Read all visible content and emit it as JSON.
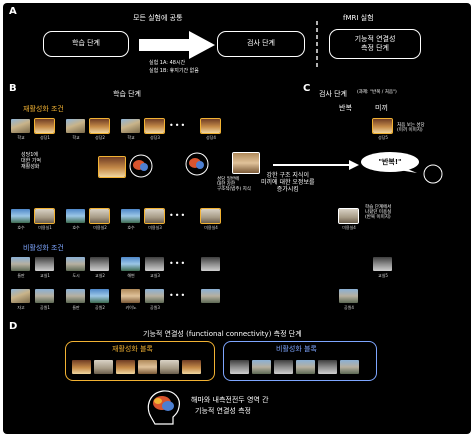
{
  "sections": {
    "a": "A",
    "b": "B",
    "c": "C",
    "d": "D"
  },
  "panel_a": {
    "common_title": "모든 실험에 공통",
    "fmri_title": "fMRI 실험",
    "learning_box": "학습 단계",
    "test_box": "검사 단계",
    "fc_box_line1": "기능적 연결성",
    "fc_box_line2": "측정 단계",
    "delay_1a": "실험 1A: 48시간",
    "delay_1b": "실험 1B: 휴지기간 없음"
  },
  "panel_b": {
    "title": "학습 단계",
    "reactivation_condition": "재활성화 조건",
    "non_reactivation_condition": "비활성화 조건",
    "memory_note": "성당1에\n대한 기억\n재활성화",
    "structure_note": "성당 일반에\n대한 강한\n구조적(범주) 지식",
    "mid_arrow_text": "강한 구조 지식이\n미끼에 대한 오정보를\n증가시킴",
    "row1_captions": [
      "학교",
      "성당1",
      "학교",
      "성당2",
      "학교",
      "성당3"
    ],
    "row1_end_caption": "성당4",
    "row3_captions": [
      "호수",
      "미용실1",
      "호수",
      "미용실2",
      "호수",
      "미용실3"
    ],
    "row3_end_caption": "미용실4",
    "row4_captions": [
      "들판",
      "교실1",
      "도시",
      "교실2",
      "해변",
      "교실3"
    ],
    "row5_captions": [
      "자고",
      "공원1",
      "들판",
      "공원2",
      "키이노",
      "공원3"
    ]
  },
  "panel_c": {
    "title": "검사 단계",
    "subtitle": "(과제: \"반복 / 처음\")",
    "col_repeat": "반복",
    "col_lure": "미끼",
    "lure_note": "처음 보는 성당\n(미끼 이미지)",
    "speech": "\"반복!\"",
    "salon_note": "학습 단계에서\n나왔던 미용실\n(반복 이미지)",
    "lure_caption_1": "성당5",
    "repeat_caption_1": "미용실4",
    "repeat_caption_2": "교실5",
    "repeat_caption_3": "공원4"
  },
  "panel_d": {
    "title": "기능적 연결성 (functional connectivity) 측정 단계",
    "block_reactivation": "재활성화 블록",
    "block_non_reactivation": "비활성화 블록",
    "bottom_line1": "해마와 내측전전두 영역 간",
    "bottom_line2": "기능적 연결성 측정"
  },
  "colors": {
    "reactivation": "#f2b233",
    "non_reactivation": "#7ea6ff",
    "background": "#000000"
  }
}
